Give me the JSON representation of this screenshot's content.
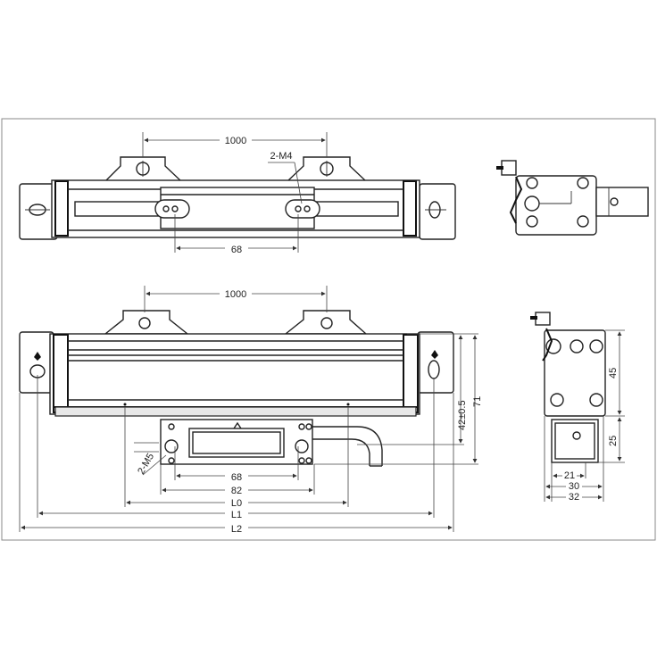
{
  "title": "",
  "colors": {
    "line": "#222222",
    "background": "#ffffff",
    "frame": "#888888"
  },
  "top_view": {
    "dim_pitch": "1000",
    "dim_hole": "2-M4",
    "dim_slot": "68"
  },
  "front_view": {
    "dim_pitch": "1000",
    "dim_slot": "68",
    "dim_82": "82",
    "dim_L0": "L0",
    "dim_L1": "L1",
    "dim_L2": "L2",
    "dim_M5": "2-M5",
    "dim_42": "42±0.5",
    "dim_71": "71"
  },
  "side_view": {
    "dim_45": "45",
    "dim_25": "25",
    "dim_21": "21",
    "dim_30": "30",
    "dim_32": "32"
  }
}
